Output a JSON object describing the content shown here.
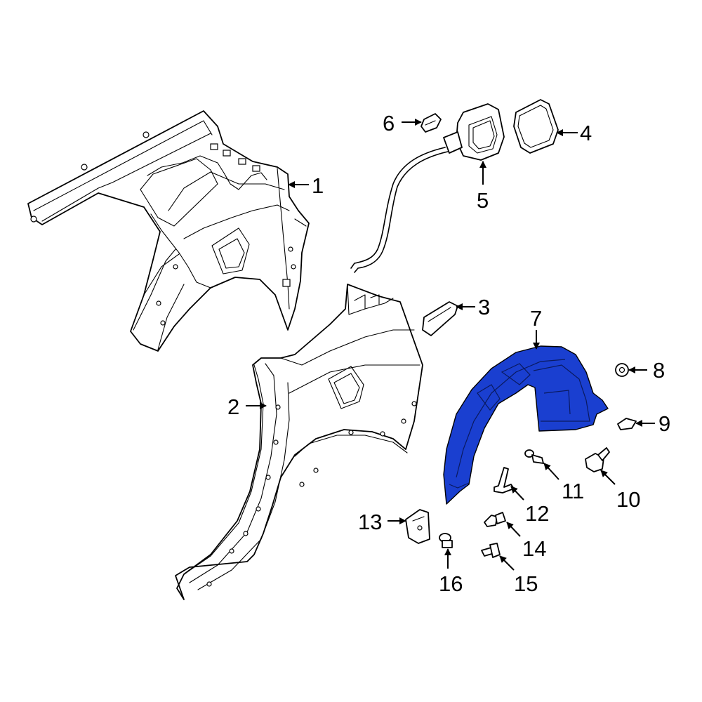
{
  "colors": {
    "highlight": "#1a3fd0",
    "line": "#000000",
    "background": "#ffffff"
  },
  "callouts": [
    {
      "id": "1",
      "label": "1"
    },
    {
      "id": "2",
      "label": "2"
    },
    {
      "id": "3",
      "label": "3"
    },
    {
      "id": "4",
      "label": "4"
    },
    {
      "id": "5",
      "label": "5"
    },
    {
      "id": "6",
      "label": "6"
    },
    {
      "id": "7",
      "label": "7"
    },
    {
      "id": "8",
      "label": "8"
    },
    {
      "id": "9",
      "label": "9"
    },
    {
      "id": "10",
      "label": "10"
    },
    {
      "id": "11",
      "label": "11"
    },
    {
      "id": "12",
      "label": "12"
    },
    {
      "id": "13",
      "label": "13"
    },
    {
      "id": "14",
      "label": "14"
    },
    {
      "id": "15",
      "label": "15"
    },
    {
      "id": "16",
      "label": "16"
    }
  ],
  "highlighted_part": "7"
}
